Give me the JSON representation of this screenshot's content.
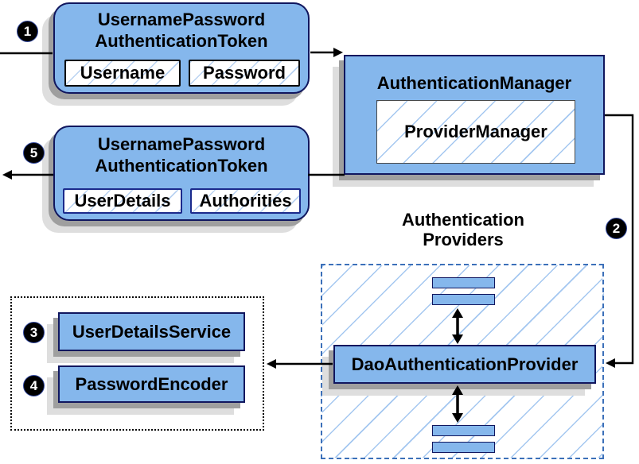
{
  "diagram": {
    "badges": {
      "b1": "1",
      "b2": "2",
      "b3": "3",
      "b4": "4",
      "b5": "5"
    },
    "token_request": {
      "title_line1": "UsernamePassword",
      "title_line2": "AuthenticationToken",
      "fields": [
        "Username",
        "Password"
      ]
    },
    "auth_manager": {
      "title": "AuthenticationManager",
      "inner": "ProviderManager"
    },
    "token_response": {
      "title_line1": "UsernamePassword",
      "title_line2": "AuthenticationToken",
      "fields": [
        "UserDetails",
        "Authorities"
      ]
    },
    "providers": {
      "label_line1": "Authentication",
      "label_line2": "Providers"
    },
    "dao_provider": {
      "label": "DaoAuthenticationProvider"
    },
    "services": {
      "user_details_service": "UserDetailsService",
      "password_encoder": "PasswordEncoder"
    },
    "colors": {
      "box_fill": "#85b7ec",
      "box_border": "#10165e",
      "hatch_line": "#a4c7f0",
      "dashed_border": "#3c70b9",
      "dotted_border": "#000000",
      "shadow_dark": "#9f9f9f",
      "shadow_light": "#dedede",
      "arrow": "#000000",
      "badge_bg": "#000000",
      "badge_text": "#ffffff"
    }
  }
}
